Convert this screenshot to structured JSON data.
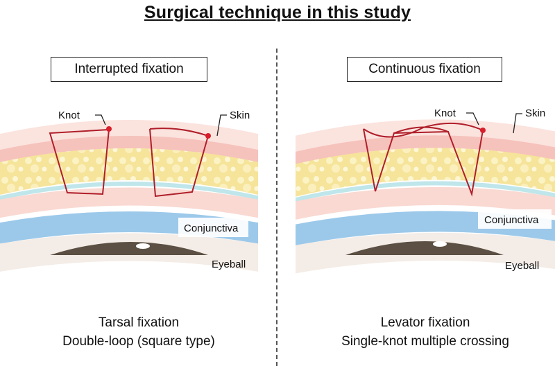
{
  "title": "Surgical technique in this study",
  "panels": [
    {
      "method": "Interrupted fixation",
      "labels": {
        "knot": "Knot",
        "skin": "Skin",
        "conjunctiva": "Conjunctiva",
        "eyeball": "Eyeball"
      },
      "caption_line1": "Tarsal fixation",
      "caption_line2": "Double-loop (square type)"
    },
    {
      "method": "Continuous fixation",
      "labels": {
        "knot": "Knot",
        "skin": "Skin",
        "conjunctiva": "Conjunctiva",
        "eyeball": "Eyeball"
      },
      "caption_line1": "Levator fixation",
      "caption_line2": "Single-knot multiple crossing"
    }
  ],
  "colors": {
    "skin_outer": "#fbe3de",
    "skin_inner": "#f6c2bc",
    "fat": "#f5e49a",
    "fat_bubble": "#fbf3c4",
    "conj_line": "#bfe6ea",
    "tissue": "#f9d9d2",
    "conjunctiva": "#9cc9ea",
    "eyeball": "#5b5043",
    "suture": "#b01e2a",
    "knot": "#d81f2c"
  }
}
